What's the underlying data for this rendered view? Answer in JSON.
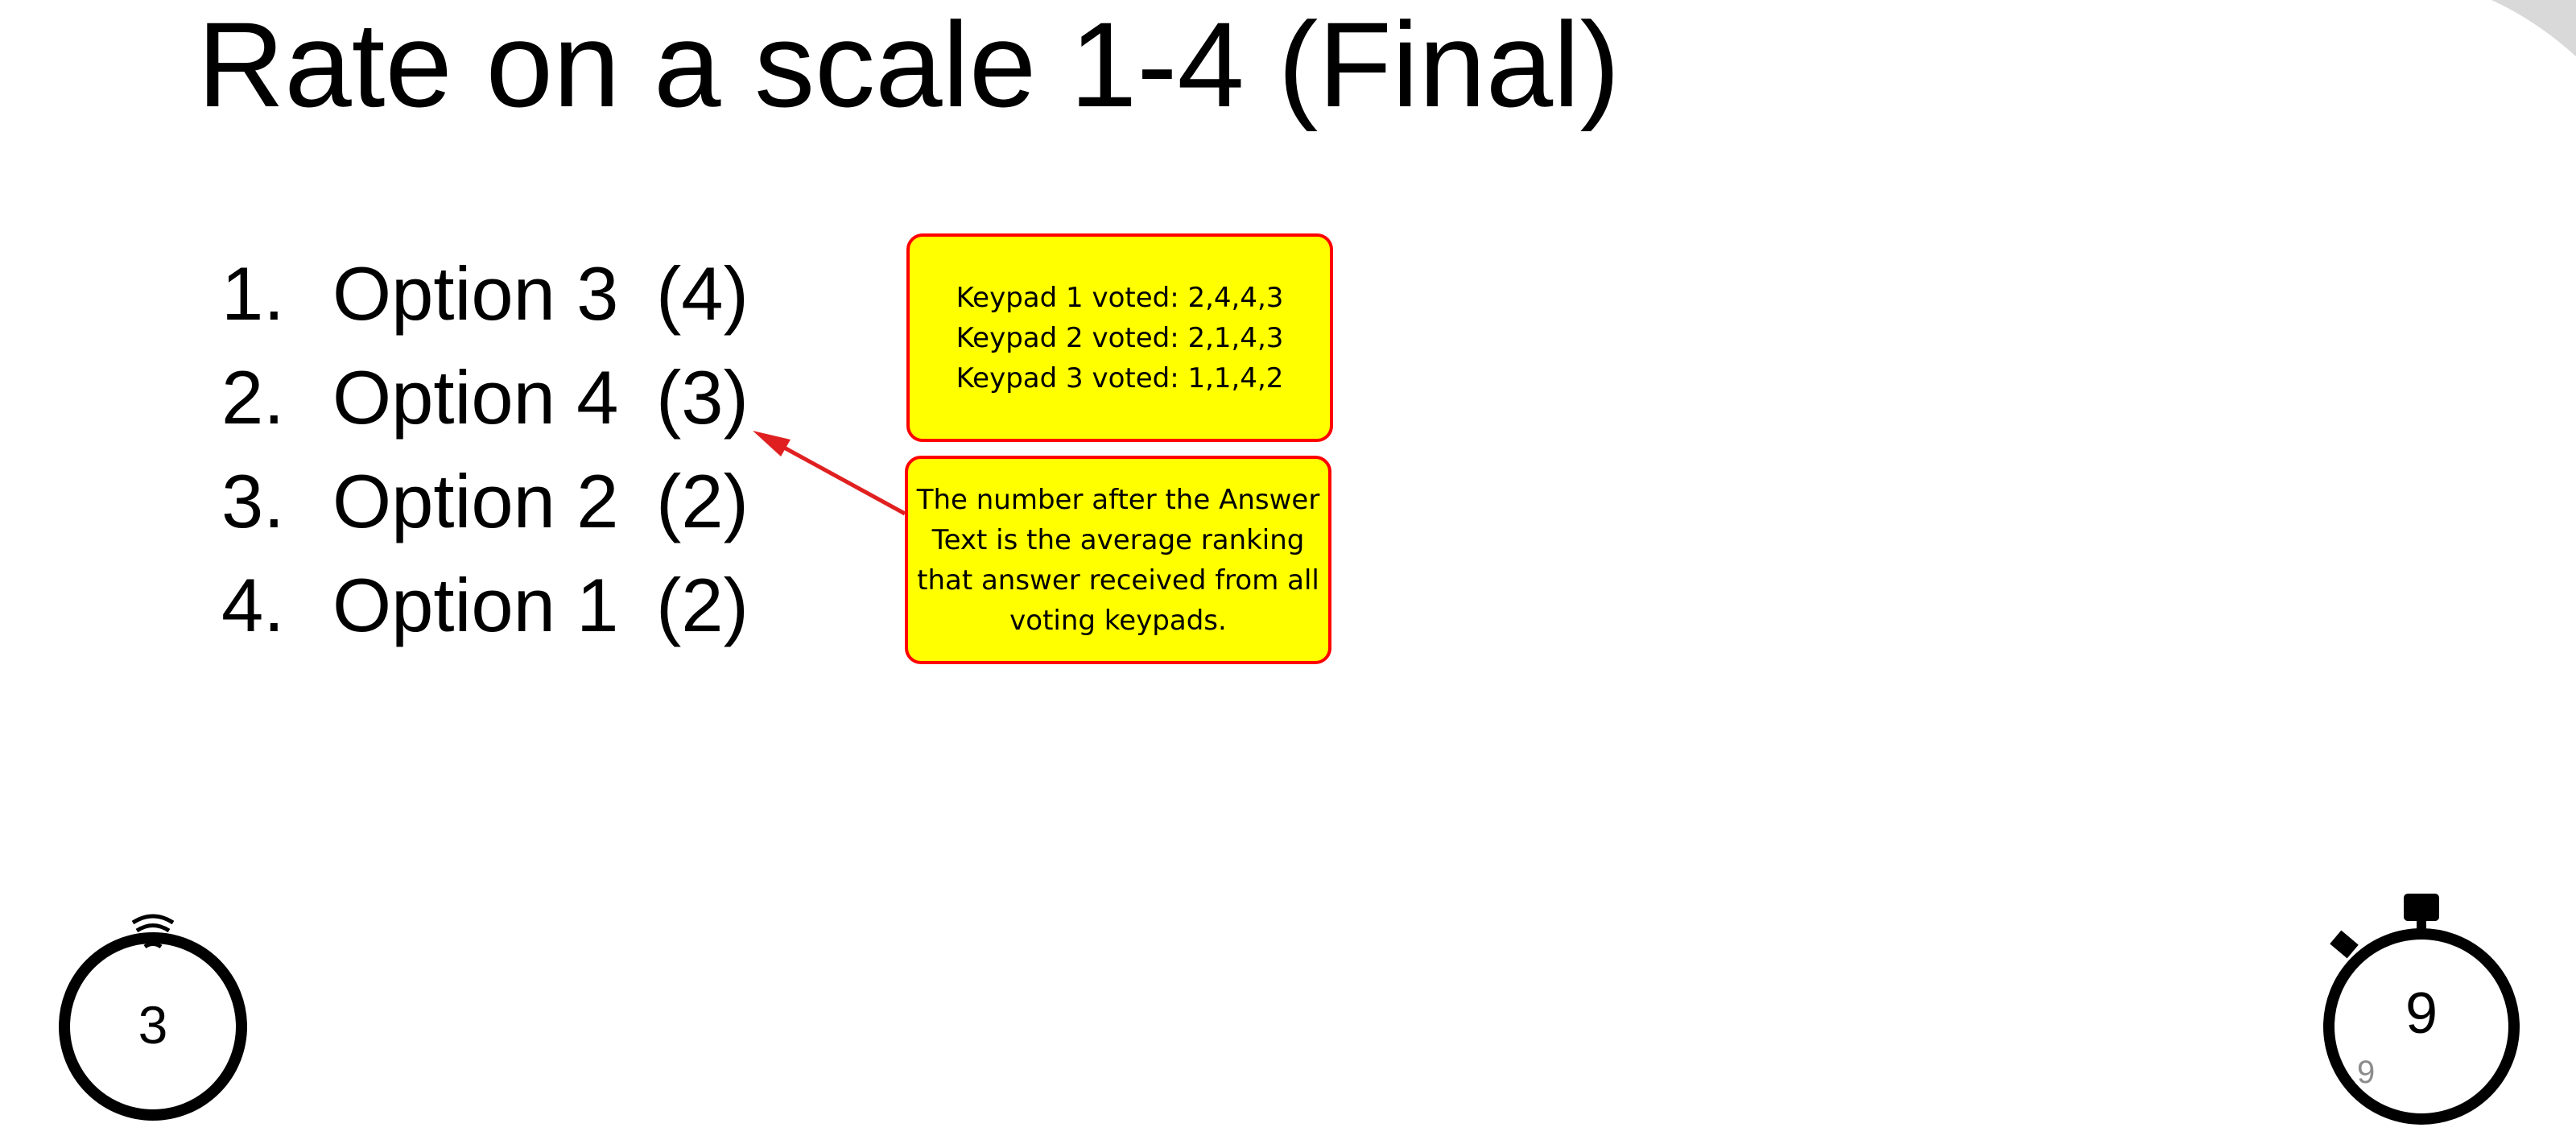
{
  "slide": {
    "title": "Rate on a scale 1-4 (Final)",
    "options": [
      {
        "number": "1.",
        "label": "Option 3",
        "score": "(4)"
      },
      {
        "number": "2.",
        "label": "Option 4",
        "score": "(3)"
      },
      {
        "number": "3.",
        "label": "Option 2",
        "score": "(2)"
      },
      {
        "number": "4.",
        "label": "Option 1",
        "score": "(2)"
      }
    ],
    "keypad_callout": {
      "lines": [
        "Keypad 1 voted: 2,4,4,3",
        "Keypad 2 voted: 2,1,4,3",
        "Keypad 3 voted: 1,1,4,2"
      ]
    },
    "note_callout": {
      "lines": [
        "The number after the Answer",
        "Text is the average ranking",
        "that answer received from all",
        "voting keypads."
      ]
    },
    "response_counter": {
      "value": "3",
      "icon": "wireless-stopwatch-icon"
    },
    "countdown_timer": {
      "value": "9",
      "icon": "stopwatch-icon"
    },
    "page_number": "9",
    "colors": {
      "callout_fill": "#ffff00",
      "callout_border": "#ff0000",
      "arrow": "#e02020",
      "swoosh": "#d9d9d9"
    }
  }
}
